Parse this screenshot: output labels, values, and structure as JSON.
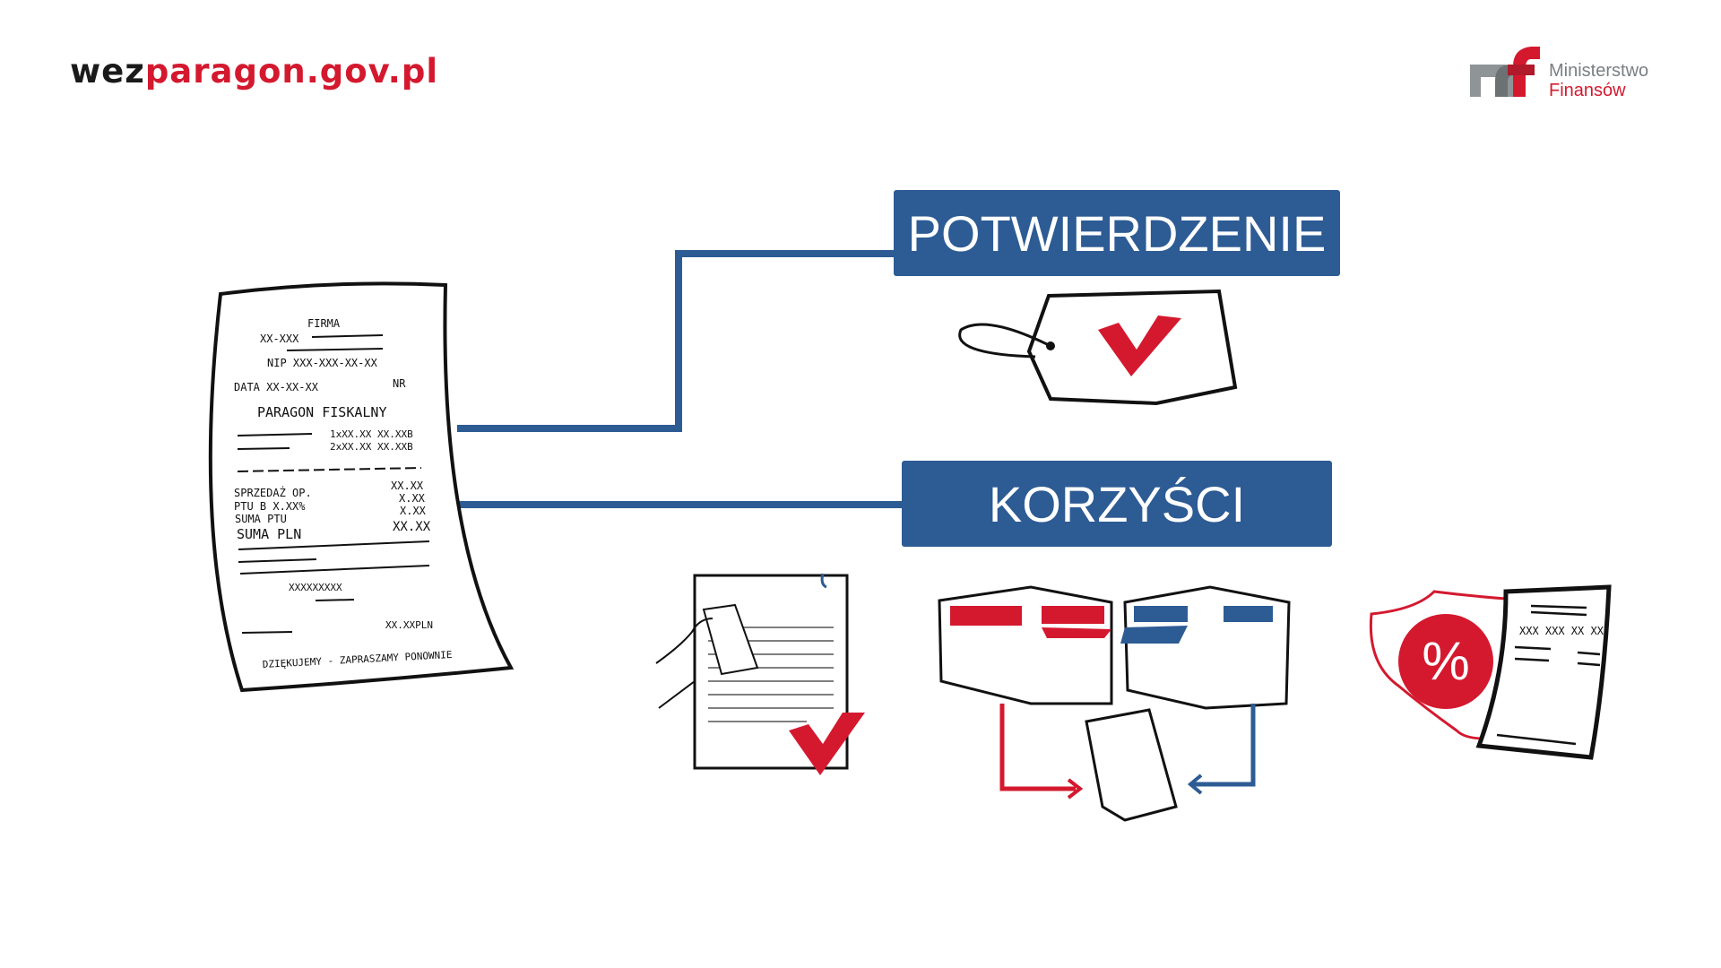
{
  "header": {
    "brand_prefix": "wez",
    "brand_suffix": "paragon.gov.pl",
    "ministry_line1": "Ministerstwo",
    "ministry_line2": "Finansów"
  },
  "colors": {
    "blue": "#2d5b94",
    "red": "#d4192f",
    "gray": "#7a7f82"
  },
  "receipt": {
    "firma": "FIRMA",
    "postcode": "XX-XXX",
    "nip": "NIP XXX-XXX-XX-XX",
    "data": "DATA XX-XX-XX",
    "nr": "NR",
    "title": "PARAGON FISKALNY",
    "item1": "1xXX.XX XX.XXB",
    "item2": "2xXX.XX XX.XXB",
    "sprzedaz": "SPRZEDAŻ OP.",
    "ptu": "PTU B X.XX%",
    "suma_ptu": "SUMA PTU",
    "suma_pln": "SUMA PLN",
    "v1": "XX.XX",
    "v2": "X.XX",
    "v3": "X.XX",
    "v4": "XX.XX",
    "code": "XXXXXXXXX",
    "total": "XX.XXPLN",
    "thanks": "DZIĘKUJEMY - ZAPRASZAMY PONOWNIE"
  },
  "boxes": {
    "confirmation": "POTWIERDZENIE",
    "benefits": "KORZYŚCI"
  },
  "icons": {
    "tag": "price-tag-check-icon",
    "document": "document-receipt-check-icon",
    "shops": "shops-exchange-icon",
    "discount": "poland-map-discount-receipt-icon"
  },
  "mini_receipt": {
    "code": "XXX XXX XX XX"
  }
}
